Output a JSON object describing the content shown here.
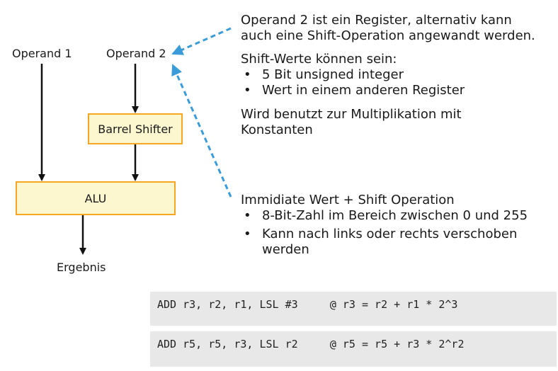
{
  "diagram": {
    "operand1": "Operand 1",
    "operand2": "Operand 2",
    "barrel_shifter": "Barrel Shifter",
    "alu": "ALU",
    "result": "Ergebnis"
  },
  "notes": {
    "register_note": "Operand 2 ist ein Register, alternativ kann auch eine Shift-Operation angewandt werden.",
    "shift_values_title": "Shift-Werte können sein:",
    "shift_values": [
      "5 Bit unsigned integer",
      "Wert in einem anderen Register"
    ],
    "multiplication_note": "Wird benutzt zur Multiplikation mit Konstanten",
    "immediate_title": "Immidiate Wert + Shift Operation",
    "immediate_items": [
      "8-Bit-Zahl im Bereich zwischen 0 und 255",
      "Kann nach links oder rechts verschoben werden"
    ]
  },
  "code": {
    "line1": "ADD r3, r2, r1, LSL #3     @ r3 = r2 + r1 * 2^3",
    "line2": "ADD r5, r5, r3, LSL r2     @ r5 = r5 + r3 * 2^r2"
  },
  "colors": {
    "box_fill": "#fdf7d0",
    "box_border": "#f5a623",
    "dashed_arrow": "#3a9bd9",
    "code_bg": "#e8e8e8"
  },
  "bullet_glyph": "•"
}
